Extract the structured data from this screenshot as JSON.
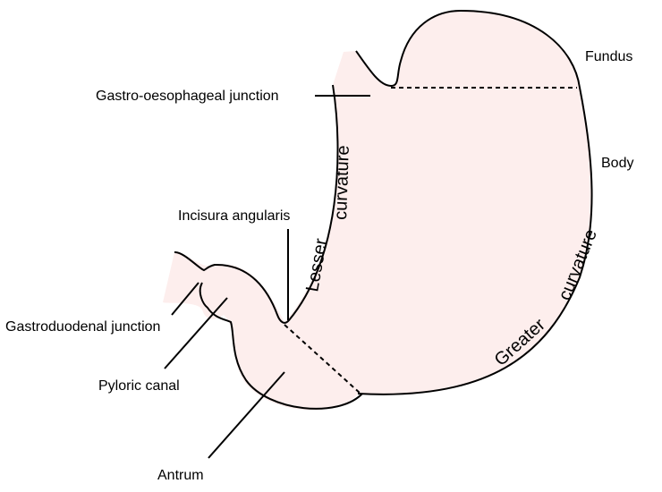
{
  "colors": {
    "tissue_fill": "#fdeeed",
    "outline": "#000000",
    "background": "#ffffff"
  },
  "labels": {
    "fundus": "Fundus",
    "body": "Body",
    "gastro_oesophageal_junction": "Gastro-oesophageal junction",
    "incisura_angularis": "Incisura angularis",
    "gastroduodenal_junction": "Gastroduodenal junction",
    "pyloric_canal": "Pyloric canal",
    "antrum": "Antrum",
    "lesser_curvature_word1": "Lesser",
    "lesser_curvature_word2": "curvature",
    "greater_curvature_word1": "Greater",
    "greater_curvature_word2": "curvature"
  }
}
